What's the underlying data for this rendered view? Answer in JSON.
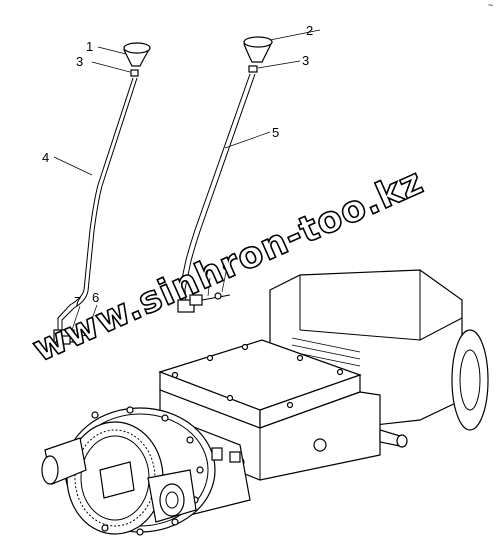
{
  "callouts": {
    "c1": "1",
    "c2": "2",
    "c3a": "3",
    "c3b": "3",
    "c4": "4",
    "c5": "5",
    "c6a": "6",
    "c6b": "6",
    "c7a": "7",
    "c7b": "7"
  },
  "watermark": "www.sinhron-too.kz",
  "corner_mark": "~"
}
